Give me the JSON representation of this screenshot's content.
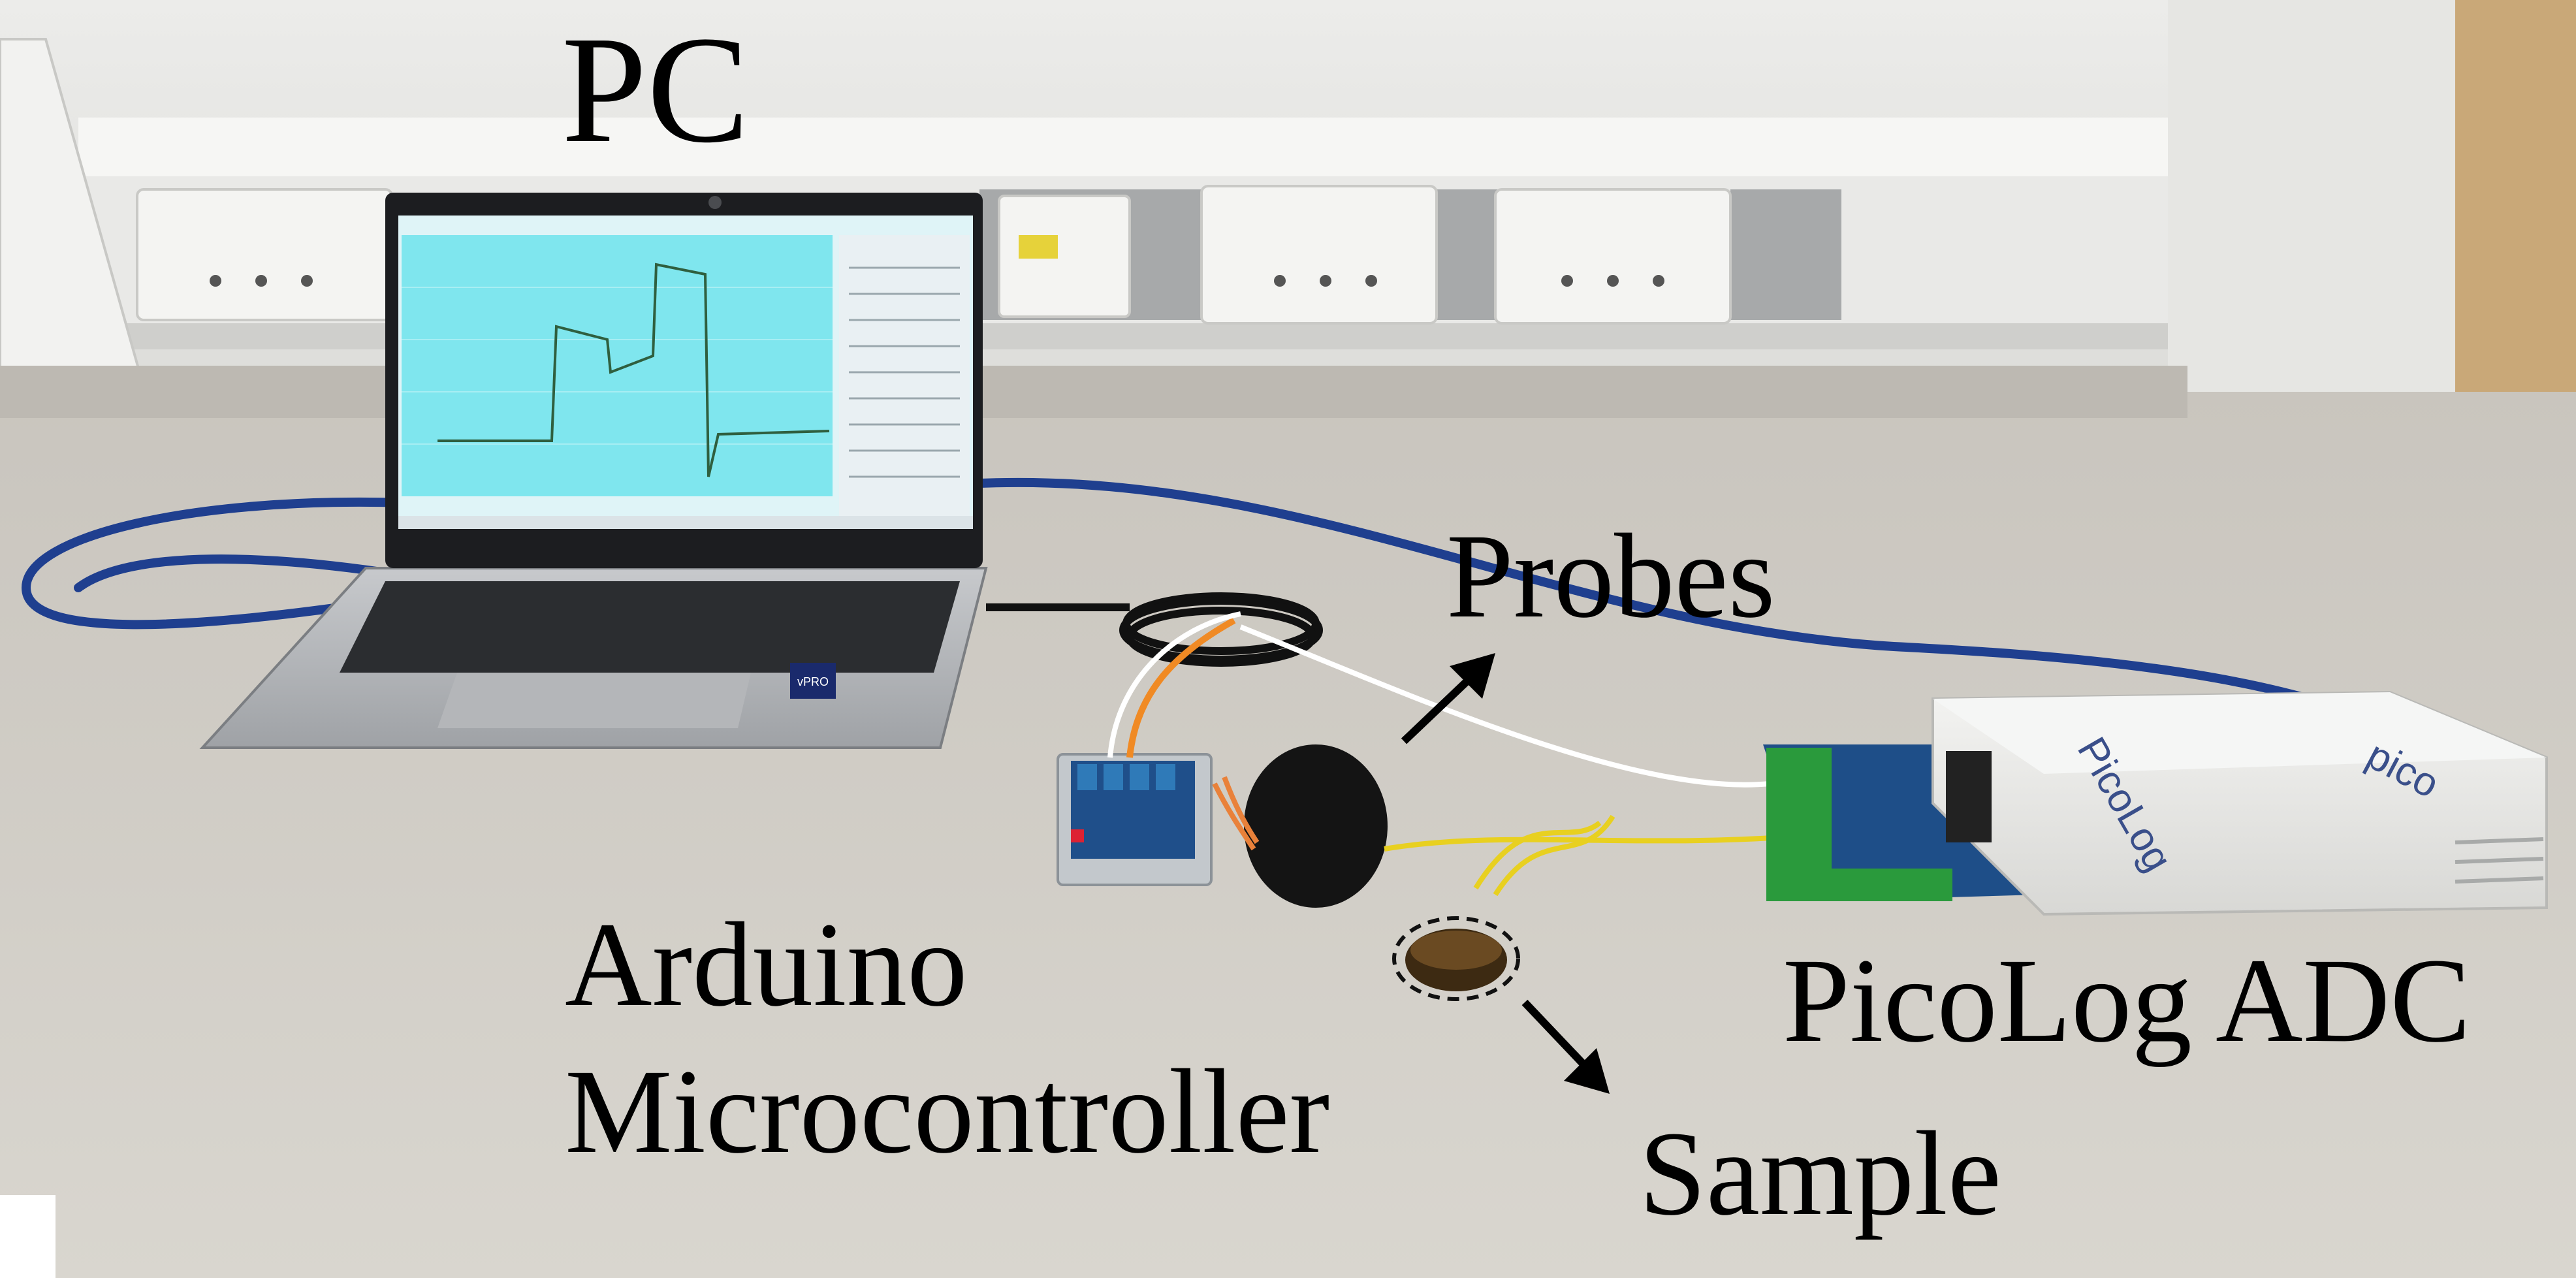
{
  "labels": {
    "pc": "PC",
    "probes": "Probes",
    "arduino_line1": "Arduino",
    "arduino_line2": "Microcontroller",
    "picolog_adc": "PicoLog ADC",
    "sample": "Sample"
  },
  "device_text": {
    "picolog_brand": "PicoLog",
    "pico_brand": "pico",
    "vpro_badge": "vPRO"
  },
  "colors": {
    "screen_graph_bg": "#7fe6ee",
    "trace": "#2f5f3f",
    "usb_cable": "#1f3f8f",
    "terminal_block": "#2a9a3c",
    "thermocouple_wire": "#e8d020"
  }
}
